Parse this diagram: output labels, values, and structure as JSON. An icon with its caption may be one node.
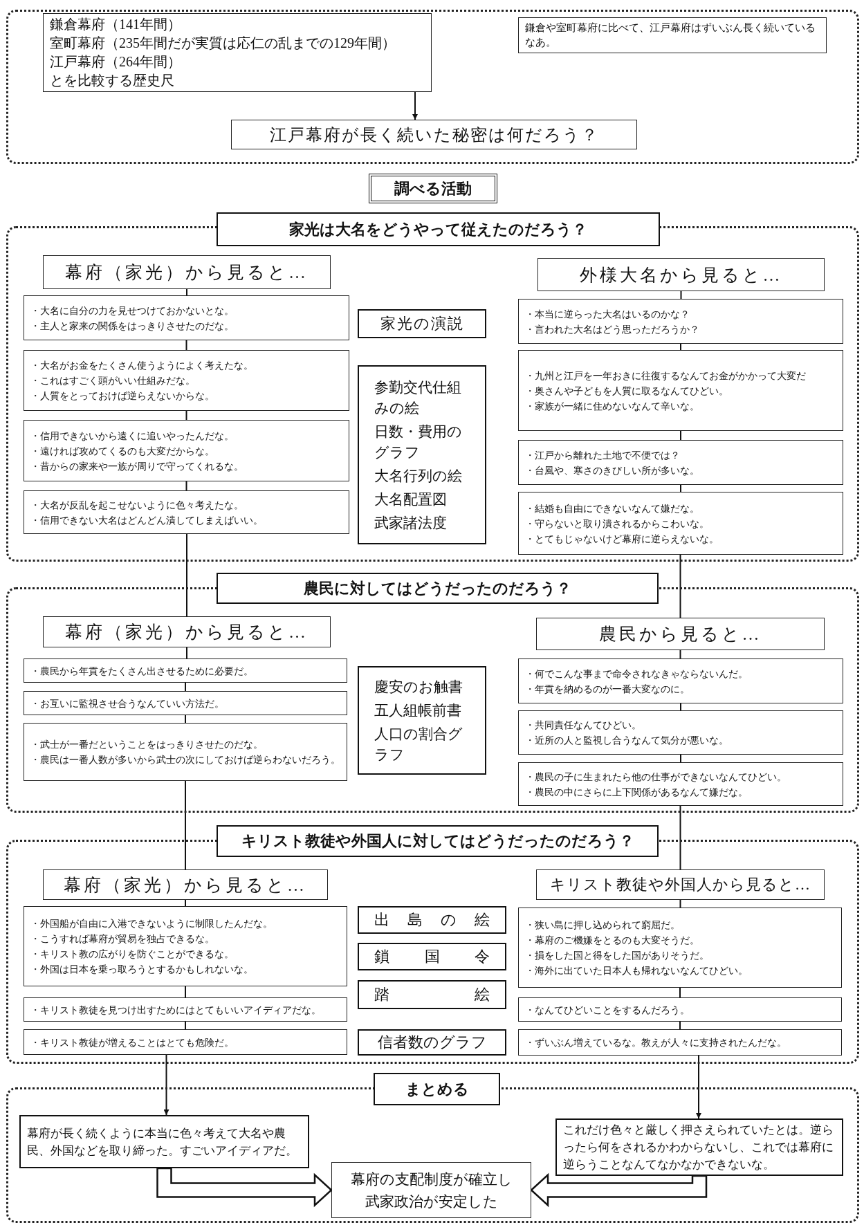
{
  "diagram": {
    "nodes": [
      {
        "text": [],
        "shape": "box"
      },
      {
        "text": [
          "鎌倉幕府（141年間）",
          "室町幕府（235年間だが実質は応仁の乱までの129年間）",
          "江戸幕府（264年間）",
          "とを比較する歴史尺"
        ],
        "in": 0
      },
      {
        "text": [
          "鎌倉や室町幕府に比べて、江戸幕府はずいぶん長く続いているなあ。"
        ],
        "in": 0
      },
      {
        "text": [
          "江戸幕府が長く続いた秘密は何だろう？"
        ],
        "in": 0
      },
      {
        "text": [
          "調べる活動"
        ]
      },
      {
        "text": [
          "家光は大名をどうやって従えたのだろう？"
        ]
      },
      {
        "text": [],
        "shape": "box"
      },
      {
        "text": [
          "幕府（家光）から見ると…"
        ],
        "in": 6
      },
      {
        "text": [
          "・大名に自分の力を見せつけておかないとな。",
          "・主人と家来の関係をはっきりさせたのだな。"
        ],
        "in": 6
      },
      {
        "text": [
          "・大名がお金をたくさん使うようによく考えたな。",
          "・これはすごく頭がいい仕組みだな。",
          "・人質をとっておけば逆らえないからな。"
        ],
        "in": 6
      },
      {
        "text": [
          "・信用できないから遠くに追いやったんだな。",
          "・遠ければ攻めてくるのも大変だからな。",
          "・昔からの家来や一族が周りで守ってくれるな。"
        ],
        "in": 6
      },
      {
        "text": [
          "・大名が反乱を起こせないように色々考えたな。",
          "・信用できない大名はどんどん潰してしまえばいい。"
        ],
        "in": 6
      },
      {
        "text": [
          "家光の演説"
        ],
        "in": 6
      },
      {
        "text": [
          "参勤交代仕組みの絵",
          "日数・費用のグラフ",
          "大名行列の絵",
          "大名配置図",
          "武家諸法度"
        ],
        "in": 6
      },
      {
        "text": [
          "外様大名から見ると…"
        ],
        "in": 6
      },
      {
        "text": [
          "・本当に逆らった大名はいるのかな？",
          "・言われた大名はどう思っただろうか？"
        ],
        "in": 6
      },
      {
        "text": [
          "・九州と江戸を一年おきに往復するなんてお金がかかって大変だ",
          "・奥さんや子どもを人質に取るなんてひどい。",
          "・家族が一緒に住めないなんて辛いな。"
        ],
        "in": 6
      },
      {
        "text": [
          "・江戸から離れた土地で不便では？",
          "・台風や、寒さのきびしい所が多いな。"
        ],
        "in": 6
      },
      {
        "text": [
          "・結婚も自由にできないなんて嫌だな。",
          "・守らないと取り潰されるからこわいな。",
          "・とてもじゃないけど幕府に逆らえないな。"
        ],
        "in": 6
      },
      {
        "text": [
          "農民に対してはどうだったのだろう？"
        ]
      },
      {
        "text": [],
        "shape": "box"
      },
      {
        "text": [
          "幕府（家光）から見ると…"
        ],
        "in": 20
      },
      {
        "text": [
          "・農民から年貢をたくさん出させるために必要だ。"
        ],
        "in": 20
      },
      {
        "text": [
          "・お互いに監視させ合うなんていい方法だ。"
        ],
        "in": 20
      },
      {
        "text": [
          "・武士が一番だということをはっきりさせたのだな。",
          "・農民は一番人数が多いから武士の次にしておけば逆らわないだろう。"
        ],
        "in": 20
      },
      {
        "text": [
          "慶安のお触書",
          "五人組帳前書",
          "人口の割合グラフ"
        ],
        "in": 20
      },
      {
        "text": [
          "農民から見ると…"
        ],
        "in": 20
      },
      {
        "text": [
          "・何でこんな事まで命令されなきゃならないんだ。",
          "・年貢を納めるのが一番大変なのに。"
        ],
        "in": 20
      },
      {
        "text": [
          "・共同責任なんてひどい。",
          "・近所の人と監視し合うなんて気分が悪いな。"
        ],
        "in": 20
      },
      {
        "text": [
          "・農民の子に生まれたら他の仕事ができないなんてひどい。",
          "・農民の中にさらに上下関係があるなんて嫌だな。"
        ],
        "in": 20
      },
      {
        "text": [
          "キリスト教徒や外国人に対してはどうだったのだろう？"
        ]
      },
      {
        "text": [],
        "shape": "box"
      },
      {
        "text": [
          "幕府（家光）から見ると…"
        ],
        "in": 31
      },
      {
        "text": [
          "・外国船が自由に入港できないように制限したんだな。",
          "・こうすれば幕府が貿易を独占できるな。",
          "・キリスト教の広がりを防ぐことができるな。",
          "・外国は日本を乗っ取ろうとするかもしれないな。"
        ],
        "in": 31
      },
      {
        "text": [
          "・キリスト教徒を見つけ出すためにはとてもいいアイディアだな。"
        ],
        "in": 31
      },
      {
        "text": [
          "・キリスト教徒が増えることはとても危険だ。"
        ],
        "in": 31
      },
      {
        "text": [
          "出島の絵"
        ],
        "in": 31
      },
      {
        "text": [
          "鎖国令"
        ],
        "in": 31
      },
      {
        "text": [
          "踏絵"
        ],
        "in": 31
      },
      {
        "text": [
          "信者数のグラフ"
        ],
        "in": 31
      },
      {
        "text": [
          "キリスト教徒や外国人から見ると…"
        ],
        "in": 31
      },
      {
        "text": [
          "・狭い島に押し込められて窮屈だ。",
          "・幕府のご機嫌をとるのも大変そうだ。",
          "・損をした国と得をした国がありそうだ。",
          "・海外に出ていた日本人も帰れないなんてひどい。"
        ],
        "in": 31
      },
      {
        "text": [
          "・なんてひどいことをするんだろう。"
        ],
        "in": 31
      },
      {
        "text": [
          "・ずいぶん増えているな。教えが人々に支持されたんだな。"
        ],
        "in": 31
      },
      {
        "text": [
          "まとめる"
        ]
      },
      {
        "text": [],
        "shape": "box"
      },
      {
        "text": [
          "幕府が長く続くように本当に色々考えて大名や農民、外国などを取り締った。すごいアイディアだ。"
        ],
        "in": 45
      },
      {
        "text": [
          "これだけ色々と厳しく押さえられていたとは。逆らったら何をされるかわからないし、これでは幕府に逆らうことなんてなかなかできないな。"
        ],
        "in": 45
      },
      {
        "text": [
          "幕府の支配制度が確立し武家政治が安定した"
        ],
        "in": 45
      }
    ],
    "edges": [
      {
        "from": 1,
        "to": 3,
        "arrow": "to"
      },
      {
        "from": 7,
        "to": 8,
        "arrow": "none"
      },
      {
        "from": 8,
        "to": 9,
        "arrow": "none"
      },
      {
        "from": 9,
        "to": 10,
        "arrow": "none"
      },
      {
        "from": 10,
        "to": 11,
        "arrow": "none"
      },
      {
        "from": 14,
        "to": 15,
        "arrow": "none"
      },
      {
        "from": 15,
        "to": 16,
        "arrow": "none"
      },
      {
        "from": 16,
        "to": 17,
        "arrow": "none"
      },
      {
        "from": 17,
        "to": 18,
        "arrow": "none"
      },
      {
        "from": 11,
        "to": 21,
        "arrow": "none"
      },
      {
        "from": 18,
        "to": 26,
        "arrow": "none"
      },
      {
        "from": 21,
        "to": 22,
        "arrow": "none"
      },
      {
        "from": 22,
        "to": 23,
        "arrow": "none"
      },
      {
        "from": 23,
        "to": 24,
        "arrow": "none"
      },
      {
        "from": 26,
        "to": 27,
        "arrow": "none"
      },
      {
        "from": 27,
        "to": 28,
        "arrow": "none"
      },
      {
        "from": 28,
        "to": 29,
        "arrow": "none"
      },
      {
        "from": 24,
        "to": 32,
        "arrow": "none"
      },
      {
        "from": 29,
        "to": 40,
        "arrow": "none"
      },
      {
        "from": 32,
        "to": 33,
        "arrow": "none"
      },
      {
        "from": 33,
        "to": 34,
        "arrow": "none"
      },
      {
        "from": 34,
        "to": 35,
        "arrow": "none"
      },
      {
        "from": 40,
        "to": 41,
        "arrow": "none"
      },
      {
        "from": 41,
        "to": 42,
        "arrow": "none"
      },
      {
        "from": 42,
        "to": 43,
        "arrow": "none"
      },
      {
        "from": 35,
        "to": 46,
        "arrow": "to"
      },
      {
        "from": 43,
        "to": 47,
        "arrow": "to"
      },
      {
        "from": 46,
        "to": 48,
        "arrow": "to",
        "style": "thick"
      },
      {
        "from": 47,
        "to": 48,
        "arrow": "to",
        "style": "thick"
      }
    ]
  }
}
